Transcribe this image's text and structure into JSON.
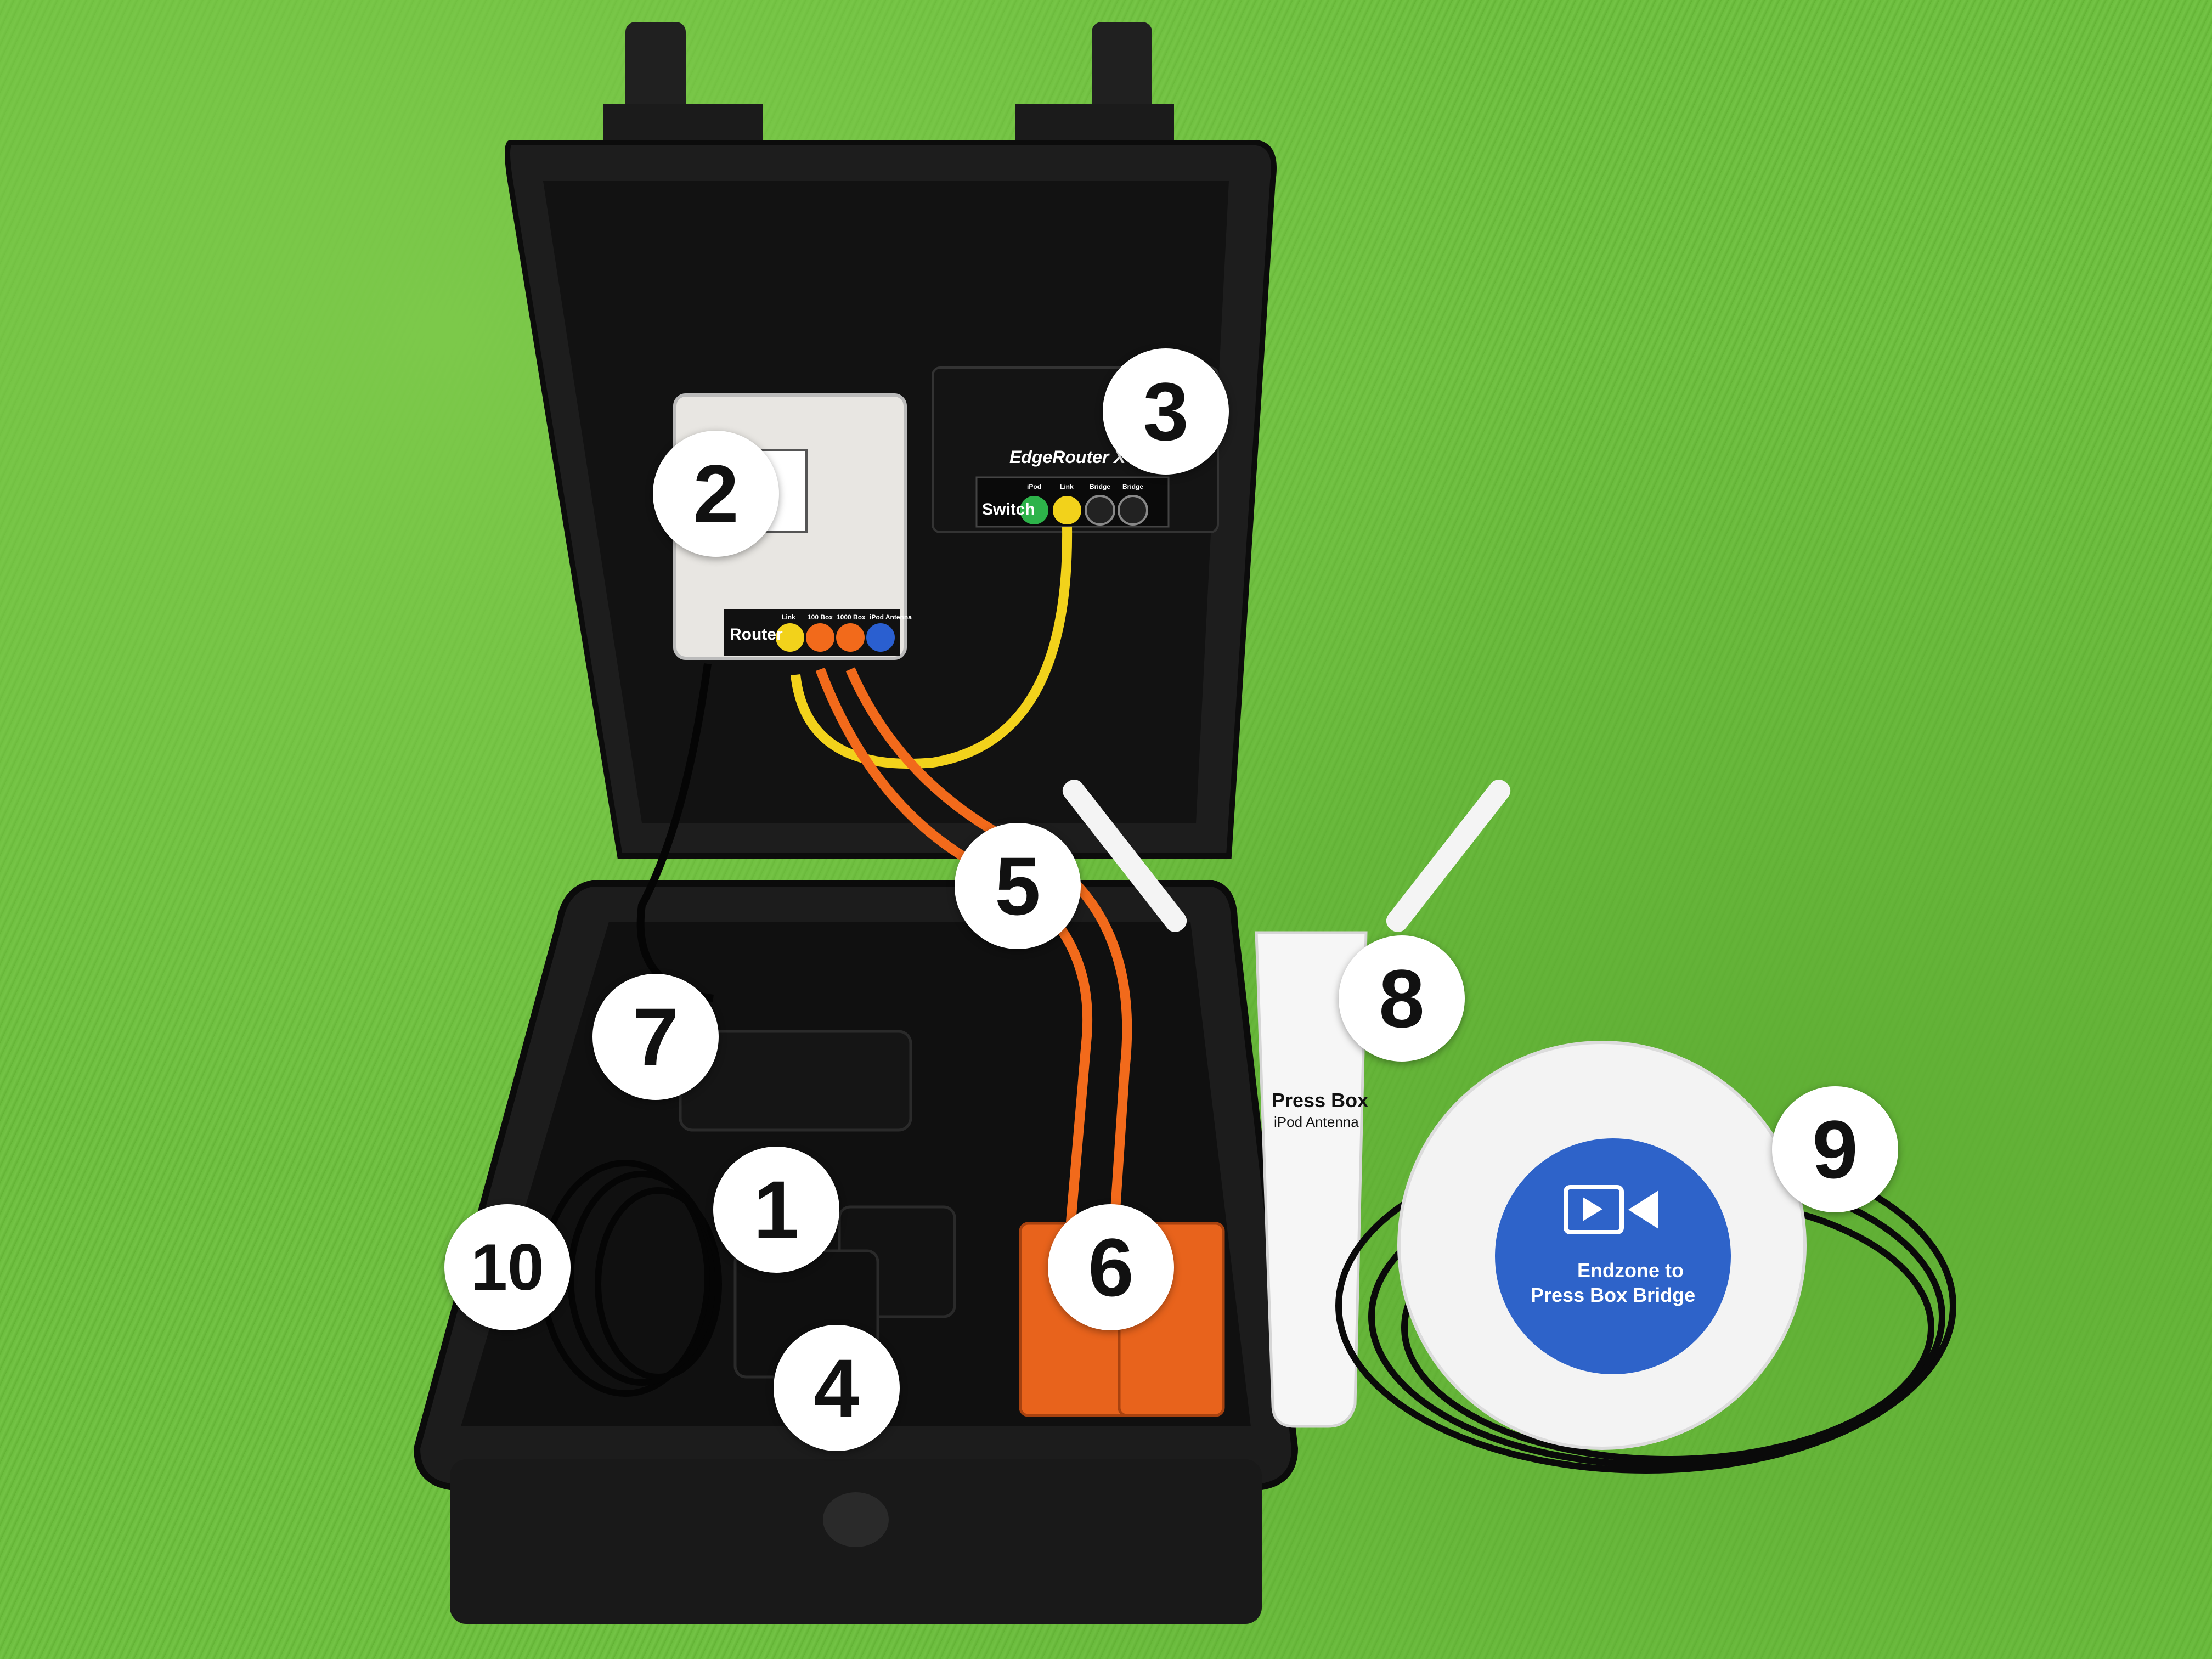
{
  "device_labels": {
    "router_panel": "Router",
    "router_ports": [
      "Link",
      "100 Box",
      "1000 Box",
      "iPod Antenna"
    ],
    "switch_panel": "Switch",
    "switch_ports": [
      "iPod",
      "Link",
      "Bridge",
      "Bridge"
    ],
    "switch_brand": "EdgeRouter X",
    "antenna_title": "Press Box",
    "antenna_subtitle": "iPod Antenna",
    "bridge_sticker_line1": "Endzone to",
    "bridge_sticker_line2": "Press Box Bridge"
  },
  "callouts": [
    "1",
    "2",
    "3",
    "4",
    "5",
    "6",
    "7",
    "8",
    "9",
    "10"
  ],
  "colors": {
    "grass": "#6bbb3c",
    "case": "#1a1a1a",
    "cable_yellow": "#f2d21b",
    "cable_orange": "#f26a1b",
    "port_green": "#2db34a",
    "port_blue": "#2a5fd0",
    "sticker_blue": "#2e63c9"
  },
  "icons": [
    "video-camera-bridge-icon"
  ]
}
